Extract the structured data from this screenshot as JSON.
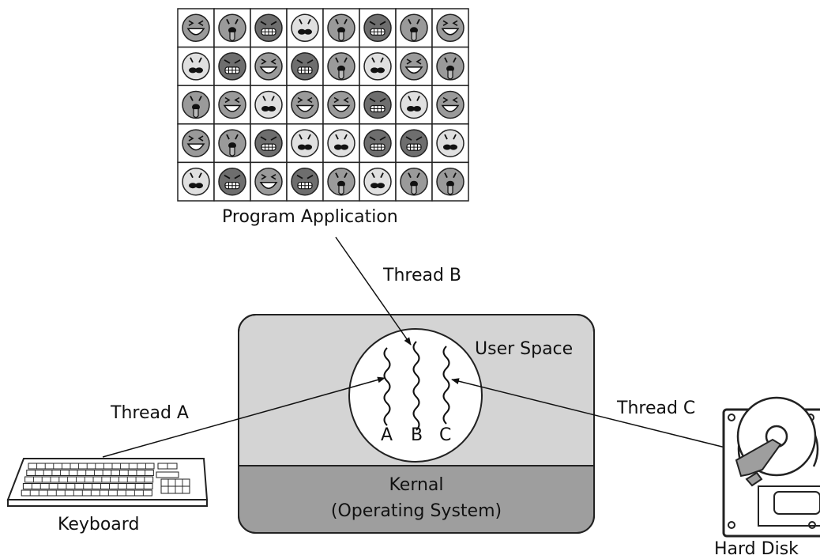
{
  "labels": {
    "program_application": "Program Application",
    "thread_a": "Thread A",
    "thread_b": "Thread B",
    "thread_c": "Thread C",
    "user_space": "User Space",
    "kernel_line1": "Kernal",
    "kernel_line2": "(Operating System)",
    "keyboard": "Keyboard",
    "hard_disk": "Hard Disk",
    "thread_letter_a": "A",
    "thread_letter_b": "B",
    "thread_letter_c": "C"
  },
  "colors": {
    "user_space_fill": "#d4d4d4",
    "kernel_fill": "#9e9e9e",
    "outline": "#222222",
    "face_light": "#e0e0e0",
    "face_mid": "#9a9a9a",
    "face_dark": "#6e6e6e"
  },
  "icons": {
    "grid_faces": "emoji-face-icon",
    "keyboard": "keyboard-icon",
    "hard_disk": "hard-disk-icon"
  }
}
